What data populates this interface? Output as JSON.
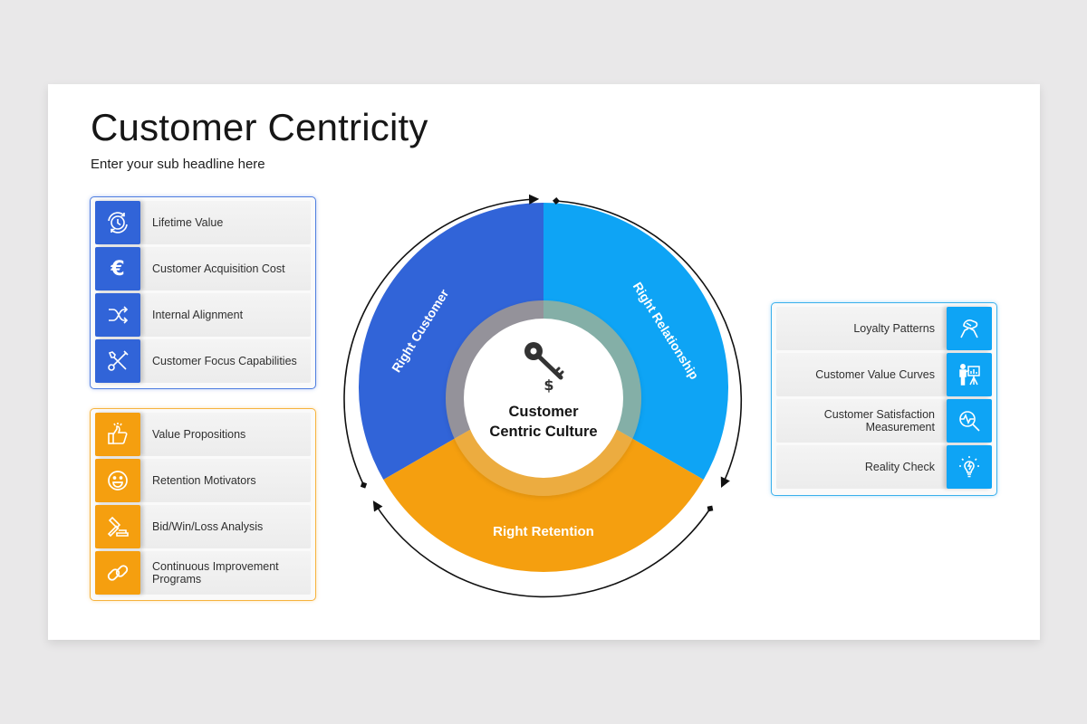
{
  "slide": {
    "title": "Customer Centricity",
    "subtitle": "Enter your sub headline here"
  },
  "colors": {
    "blue": "#3164d8",
    "cyan": "#0ea4f5",
    "orange": "#f59f0f",
    "ring": "#d9a24a",
    "arrow": "#111111"
  },
  "left_top_panel": {
    "items": [
      {
        "label": "Lifetime Value",
        "icon": "clock-cycle-icon"
      },
      {
        "label": "Customer Acquisition Cost",
        "icon": "euro-icon"
      },
      {
        "label": "Internal Alignment",
        "icon": "shuffle-arrows-icon"
      },
      {
        "label": "Customer Focus Capabilities",
        "icon": "tools-icon"
      }
    ]
  },
  "left_bottom_panel": {
    "items": [
      {
        "label": "Value Propositions",
        "icon": "thumbs-up-icon"
      },
      {
        "label": "Retention Motivators",
        "icon": "smiley-icon"
      },
      {
        "label": "Bid/Win/Loss Analysis",
        "icon": "gavel-icon"
      },
      {
        "label": "Continuous Improvement Programs",
        "icon": "chain-link-icon"
      }
    ]
  },
  "right_panel": {
    "items": [
      {
        "label": "Loyalty Patterns",
        "icon": "handshake-icon"
      },
      {
        "label": "Customer Value Curves",
        "icon": "presenter-chart-icon"
      },
      {
        "label": "Customer Satisfaction Measurement",
        "icon": "magnifier-pulse-icon"
      },
      {
        "label": "Reality Check",
        "icon": "lightbulb-icon"
      }
    ]
  },
  "wheel": {
    "segments": [
      {
        "label": "Right Customer",
        "color": "#3164d8"
      },
      {
        "label": "Right Relationship",
        "color": "#0ea4f5"
      },
      {
        "label": "Right Retention",
        "color": "#f59f0f"
      }
    ],
    "center": {
      "line1": "Customer",
      "line2": "Centric Culture",
      "icon": "dollar-key-icon"
    }
  }
}
